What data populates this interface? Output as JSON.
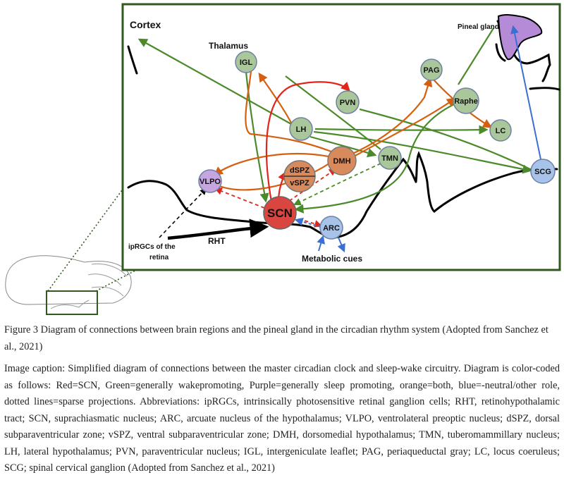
{
  "diagram": {
    "nodes": {
      "scn": "SCN",
      "igl": "IGL",
      "pvn": "PVN",
      "pag": "PAG",
      "raphe": "Raphe",
      "lh": "LH",
      "lc": "LC",
      "tmn": "TMN",
      "dmh": "DMH",
      "dspz": "dSPZ",
      "vspz": "vSPZ",
      "vlpo": "VLPO",
      "arc": "ARC",
      "scg": "SCG"
    },
    "labels": {
      "cortex": "Cortex",
      "thalamus": "Thalamus",
      "pineal": "Pineal gland",
      "rht": "RHT",
      "iprgcs_line1": "ipRGCs of the",
      "iprgcs_line2": "retina",
      "metabolic": "Metabolic cues"
    },
    "colors": {
      "red": "#d9453f",
      "green": "#a9c79a",
      "purple": "#c5a6e0",
      "orange": "#d98a5c",
      "blue": "#a7c3e9",
      "red_line": "#e0251b",
      "green_line": "#4b8a2a",
      "orange_line": "#d4600f",
      "blue_line": "#3b6fd1",
      "frame": "#2f5a1c"
    }
  },
  "figure_title": "Figure 3 Diagram of connections between brain regions and the pineal gland in the circadian rhythm system (Adopted from Sanchez et al., 2021)",
  "figure_caption": "Image caption: Simplified diagram of connections between the master circadian clock and sleep-wake circuitry. Diagram is color-coded as follows: Red=SCN, Green=generally wakepromoting, Purple=generally sleep promoting, orange=both, blue=-neutral/other role, dotted lines=sparse projections. Abbreviations: ipRGCs, intrinsically photosensitive retinal ganglion cells; RHT, retinohypothalamic tract; SCN, suprachiasmatic nucleus; ARC, arcuate nucleus of the hypothalamus; VLPO, ventrolateral preoptic nucleus; dSPZ, dorsal subparaventricular zone; vSPZ, ventral subparaventricular zone; DMH, dorsomedial hypothalamus; TMN, tuberomammillary nucleus; LH, lateral hypothalamus; PVN, paraventricular nucleus; IGL, intergeniculate leaflet; PAG, periaqueductal gray; LC, locus coeruleus; SCG; spinal cervical ganglion (Adopted from Sanchez et al., 2021)"
}
